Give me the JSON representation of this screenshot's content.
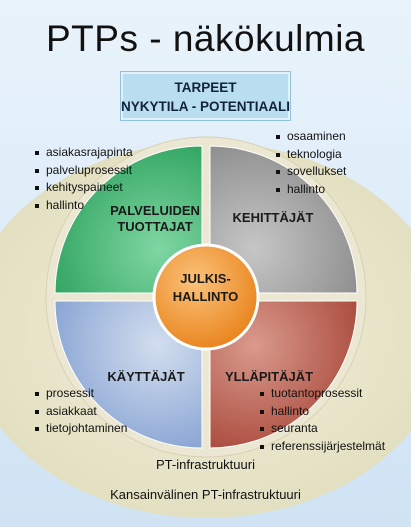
{
  "title": "PTPs - näkökulmia",
  "banner": {
    "line1": "TARPEET",
    "line2": "NYKYTILA  -  POTENTIAALI"
  },
  "center": {
    "line1": "JULKIS-",
    "line2": "HALLINTO"
  },
  "quadrants": {
    "top_left": {
      "line1": "PALVELUIDEN",
      "line2": "TUOTTAJAT",
      "items": [
        "asiakasrajapinta",
        "palveluprosessit",
        "kehityspaineet",
        "hallinto"
      ]
    },
    "top_right": {
      "line1": "KEHITTÄJÄT",
      "items": [
        "osaaminen",
        "teknologia",
        "sovellukset",
        "hallinto"
      ]
    },
    "bottom_left": {
      "line1": "KÄYTTÄJÄT",
      "items": [
        "prosessit",
        "asiakkaat",
        "tietojohtaminen"
      ]
    },
    "bottom_right": {
      "line1": "YLLÄPITÄJÄT",
      "items": [
        "tuotantoprosessit",
        "hallinto",
        "seuranta",
        "referenssijärjestelmät"
      ]
    }
  },
  "inner_ring_label": "PT-infrastruktuuri",
  "outer_ring_label": "Kansainvälinen PT-infrastruktuuri",
  "colors": {
    "outer_ellipse": "#e8e5cc",
    "green": "#3cb371",
    "gray": "#9a9a9a",
    "blue": "#8fa9d6",
    "red": "#b9604f",
    "center": "#f0962e"
  }
}
